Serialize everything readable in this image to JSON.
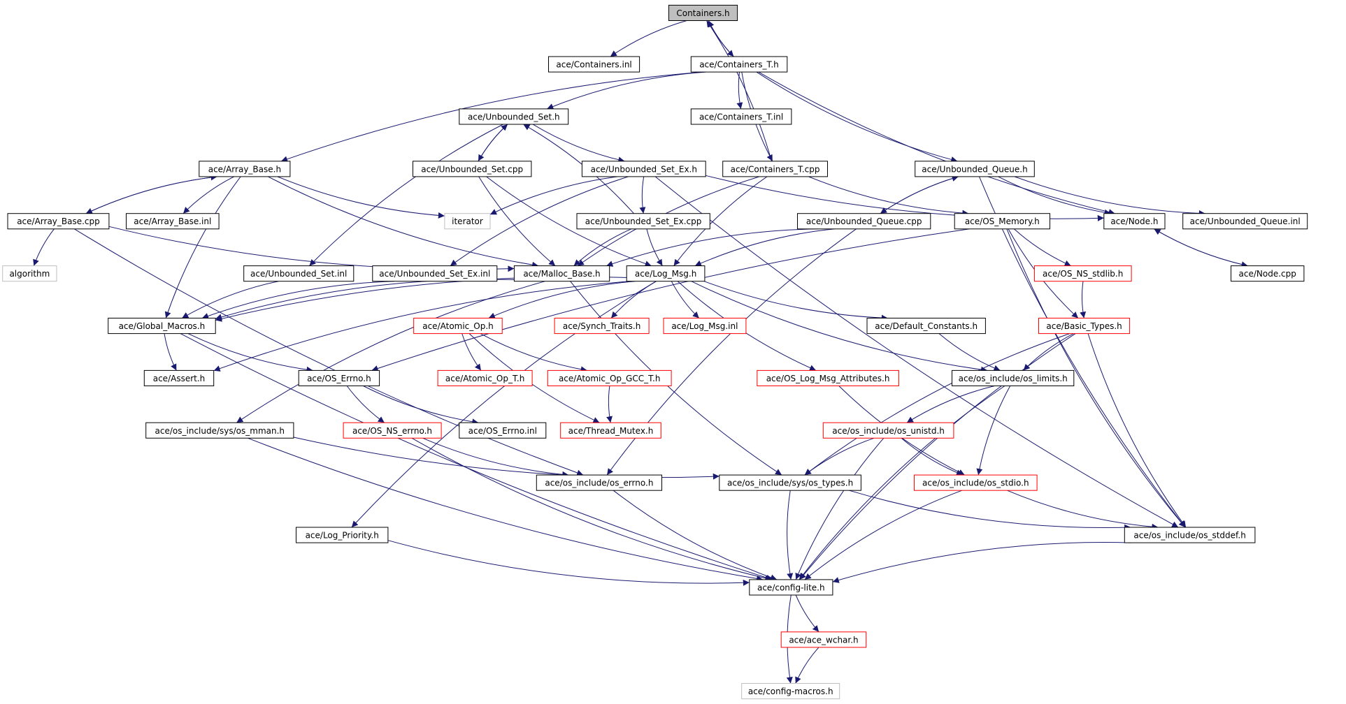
{
  "colors": {
    "edge": "#191970",
    "border_normal": "#000000",
    "border_incomplete": "#ff0000",
    "border_external": "#bfbfbf",
    "root_fill": "#bfbfbf",
    "node_fill": "#ffffff"
  },
  "nodes": [
    {
      "id": "containers_h",
      "label": "Containers.h",
      "kind": "root"
    },
    {
      "id": "containers_inl",
      "label": "ace/Containers.inl",
      "kind": "normal"
    },
    {
      "id": "containers_t_h",
      "label": "ace/Containers_T.h",
      "kind": "normal"
    },
    {
      "id": "unbounded_set_h",
      "label": "ace/Unbounded_Set.h",
      "kind": "normal"
    },
    {
      "id": "containers_t_inl",
      "label": "ace/Containers_T.inl",
      "kind": "normal"
    },
    {
      "id": "array_base_h",
      "label": "ace/Array_Base.h",
      "kind": "normal"
    },
    {
      "id": "unbounded_set_cpp",
      "label": "ace/Unbounded_Set.cpp",
      "kind": "normal"
    },
    {
      "id": "unbounded_set_ex_h",
      "label": "ace/Unbounded_Set_Ex.h",
      "kind": "normal"
    },
    {
      "id": "containers_t_cpp",
      "label": "ace/Containers_T.cpp",
      "kind": "normal"
    },
    {
      "id": "unbounded_queue_h",
      "label": "ace/Unbounded_Queue.h",
      "kind": "normal"
    },
    {
      "id": "array_base_cpp",
      "label": "ace/Array_Base.cpp",
      "kind": "normal"
    },
    {
      "id": "array_base_inl",
      "label": "ace/Array_Base.inl",
      "kind": "normal"
    },
    {
      "id": "iterator",
      "label": "iterator",
      "kind": "external"
    },
    {
      "id": "unbounded_set_ex_cpp",
      "label": "ace/Unbounded_Set_Ex.cpp",
      "kind": "normal"
    },
    {
      "id": "unbounded_queue_cpp",
      "label": "ace/Unbounded_Queue.cpp",
      "kind": "normal"
    },
    {
      "id": "os_memory_h",
      "label": "ace/OS_Memory.h",
      "kind": "normal"
    },
    {
      "id": "node_h",
      "label": "ace/Node.h",
      "kind": "normal"
    },
    {
      "id": "unbounded_queue_inl",
      "label": "ace/Unbounded_Queue.inl",
      "kind": "normal"
    },
    {
      "id": "algorithm",
      "label": "algorithm",
      "kind": "external"
    },
    {
      "id": "unbounded_set_inl",
      "label": "ace/Unbounded_Set.inl",
      "kind": "normal"
    },
    {
      "id": "unbounded_set_ex_inl",
      "label": "ace/Unbounded_Set_Ex.inl",
      "kind": "normal"
    },
    {
      "id": "malloc_base_h",
      "label": "ace/Malloc_Base.h",
      "kind": "normal"
    },
    {
      "id": "log_msg_h",
      "label": "ace/Log_Msg.h",
      "kind": "normal"
    },
    {
      "id": "os_ns_stdlib_h",
      "label": "ace/OS_NS_stdlib.h",
      "kind": "incomplete"
    },
    {
      "id": "node_cpp",
      "label": "ace/Node.cpp",
      "kind": "normal"
    },
    {
      "id": "global_macros_h",
      "label": "ace/Global_Macros.h",
      "kind": "normal"
    },
    {
      "id": "atomic_op_h",
      "label": "ace/Atomic_Op.h",
      "kind": "incomplete"
    },
    {
      "id": "synch_traits_h",
      "label": "ace/Synch_Traits.h",
      "kind": "incomplete"
    },
    {
      "id": "log_msg_inl",
      "label": "ace/Log_Msg.inl",
      "kind": "incomplete"
    },
    {
      "id": "default_constants_h",
      "label": "ace/Default_Constants.h",
      "kind": "normal"
    },
    {
      "id": "basic_types_h",
      "label": "ace/Basic_Types.h",
      "kind": "incomplete"
    },
    {
      "id": "assert_h",
      "label": "ace/Assert.h",
      "kind": "normal"
    },
    {
      "id": "os_errno_h",
      "label": "ace/OS_Errno.h",
      "kind": "normal"
    },
    {
      "id": "atomic_op_t_h",
      "label": "ace/Atomic_Op_T.h",
      "kind": "incomplete"
    },
    {
      "id": "atomic_op_gcc_t_h",
      "label": "ace/Atomic_Op_GCC_T.h",
      "kind": "incomplete"
    },
    {
      "id": "os_log_msg_attributes_h",
      "label": "ace/OS_Log_Msg_Attributes.h",
      "kind": "incomplete"
    },
    {
      "id": "os_limits_h",
      "label": "ace/os_include/os_limits.h",
      "kind": "normal"
    },
    {
      "id": "os_mman_h",
      "label": "ace/os_include/sys/os_mman.h",
      "kind": "normal"
    },
    {
      "id": "os_ns_errno_h",
      "label": "ace/OS_NS_errno.h",
      "kind": "incomplete"
    },
    {
      "id": "os_errno_inl",
      "label": "ace/OS_Errno.inl",
      "kind": "normal"
    },
    {
      "id": "thread_mutex_h",
      "label": "ace/Thread_Mutex.h",
      "kind": "incomplete"
    },
    {
      "id": "os_unistd_h",
      "label": "ace/os_include/os_unistd.h",
      "kind": "incomplete"
    },
    {
      "id": "os_include_errno_h",
      "label": "ace/os_include/os_errno.h",
      "kind": "normal"
    },
    {
      "id": "os_types_h",
      "label": "ace/os_include/sys/os_types.h",
      "kind": "normal"
    },
    {
      "id": "os_stdio_h",
      "label": "ace/os_include/os_stdio.h",
      "kind": "incomplete"
    },
    {
      "id": "log_priority_h",
      "label": "ace/Log_Priority.h",
      "kind": "normal"
    },
    {
      "id": "os_stddef_h",
      "label": "ace/os_include/os_stddef.h",
      "kind": "normal"
    },
    {
      "id": "config_lite_h",
      "label": "ace/config-lite.h",
      "kind": "normal"
    },
    {
      "id": "ace_wchar_h",
      "label": "ace/ace_wchar.h",
      "kind": "incomplete"
    },
    {
      "id": "config_macros_h",
      "label": "ace/config-macros.h",
      "kind": "external"
    }
  ],
  "edges": [
    [
      "containers_h",
      "containers_inl"
    ],
    [
      "containers_h",
      "containers_t_h"
    ],
    [
      "containers_t_h",
      "containers_h"
    ],
    [
      "containers_t_h",
      "unbounded_set_h"
    ],
    [
      "containers_t_h",
      "containers_t_inl"
    ],
    [
      "containers_t_h",
      "array_base_h"
    ],
    [
      "containers_t_h",
      "containers_t_cpp"
    ],
    [
      "containers_t_h",
      "unbounded_queue_h"
    ],
    [
      "containers_t_h",
      "node_h"
    ],
    [
      "containers_t_cpp",
      "containers_h"
    ],
    [
      "containers_t_cpp",
      "malloc_base_h"
    ],
    [
      "containers_t_cpp",
      "log_msg_h"
    ],
    [
      "unbounded_set_h",
      "unbounded_set_cpp"
    ],
    [
      "unbounded_set_cpp",
      "unbounded_set_h"
    ],
    [
      "unbounded_set_h",
      "unbounded_set_ex_h"
    ],
    [
      "unbounded_set_h",
      "unbounded_set_inl"
    ],
    [
      "unbounded_set_cpp",
      "malloc_base_h"
    ],
    [
      "unbounded_set_cpp",
      "log_msg_h"
    ],
    [
      "unbounded_set_ex_h",
      "iterator"
    ],
    [
      "unbounded_set_ex_h",
      "unbounded_set_ex_cpp"
    ],
    [
      "unbounded_set_ex_h",
      "unbounded_set_ex_inl"
    ],
    [
      "unbounded_set_ex_h",
      "node_h"
    ],
    [
      "unbounded_set_ex_h",
      "os_stddef_h"
    ],
    [
      "unbounded_set_ex_cpp",
      "unbounded_set_h"
    ],
    [
      "unbounded_set_ex_cpp",
      "malloc_base_h"
    ],
    [
      "unbounded_set_ex_cpp",
      "log_msg_h"
    ],
    [
      "array_base_h",
      "array_base_cpp"
    ],
    [
      "array_base_cpp",
      "array_base_h"
    ],
    [
      "array_base_h",
      "array_base_inl"
    ],
    [
      "array_base_h",
      "iterator"
    ],
    [
      "array_base_h",
      "malloc_base_h"
    ],
    [
      "array_base_h",
      "global_macros_h"
    ],
    [
      "array_base_cpp",
      "algorithm"
    ],
    [
      "array_base_cpp",
      "malloc_base_h"
    ],
    [
      "array_base_cpp",
      "os_include_errno_h"
    ],
    [
      "unbounded_queue_h",
      "unbounded_queue_cpp"
    ],
    [
      "unbounded_queue_cpp",
      "unbounded_queue_h"
    ],
    [
      "unbounded_queue_h",
      "node_h"
    ],
    [
      "unbounded_queue_h",
      "unbounded_queue_inl"
    ],
    [
      "unbounded_queue_h",
      "os_stddef_h"
    ],
    [
      "unbounded_queue_cpp",
      "malloc_base_h"
    ],
    [
      "unbounded_queue_cpp",
      "log_msg_h"
    ],
    [
      "unbounded_queue_cpp",
      "os_include_errno_h"
    ],
    [
      "containers_t_cpp",
      "os_memory_h"
    ],
    [
      "node_h",
      "node_cpp"
    ],
    [
      "node_cpp",
      "node_h"
    ],
    [
      "os_memory_h",
      "os_ns_stdlib_h"
    ],
    [
      "os_memory_h",
      "basic_types_h"
    ],
    [
      "os_memory_h",
      "os_errno_h"
    ],
    [
      "os_memory_h",
      "os_stddef_h"
    ],
    [
      "os_ns_stdlib_h",
      "basic_types_h"
    ],
    [
      "unbounded_set_inl",
      "global_macros_h"
    ],
    [
      "unbounded_set_ex_inl",
      "global_macros_h"
    ],
    [
      "malloc_base_h",
      "global_macros_h"
    ],
    [
      "malloc_base_h",
      "os_types_h"
    ],
    [
      "malloc_base_h",
      "os_mman_h"
    ],
    [
      "log_msg_h",
      "global_macros_h"
    ],
    [
      "log_msg_h",
      "assert_h"
    ],
    [
      "log_msg_h",
      "atomic_op_h"
    ],
    [
      "log_msg_h",
      "synch_traits_h"
    ],
    [
      "log_msg_h",
      "log_msg_inl"
    ],
    [
      "log_msg_h",
      "default_constants_h"
    ],
    [
      "log_msg_h",
      "os_log_msg_attributes_h"
    ],
    [
      "log_msg_h",
      "os_limits_h"
    ],
    [
      "log_msg_h",
      "log_priority_h"
    ],
    [
      "global_macros_h",
      "assert_h"
    ],
    [
      "global_macros_h",
      "os_errno_h"
    ],
    [
      "global_macros_h",
      "config_lite_h"
    ],
    [
      "atomic_op_h",
      "atomic_op_t_h"
    ],
    [
      "atomic_op_h",
      "atomic_op_gcc_t_h"
    ],
    [
      "atomic_op_h",
      "thread_mutex_h"
    ],
    [
      "atomic_op_gcc_t_h",
      "thread_mutex_h"
    ],
    [
      "default_constants_h",
      "os_limits_h"
    ],
    [
      "basic_types_h",
      "os_limits_h"
    ],
    [
      "basic_types_h",
      "os_types_h"
    ],
    [
      "basic_types_h",
      "os_stddef_h"
    ],
    [
      "basic_types_h",
      "config_lite_h"
    ],
    [
      "os_errno_h",
      "os_ns_errno_h"
    ],
    [
      "os_errno_h",
      "os_errno_inl"
    ],
    [
      "os_ns_errno_h",
      "os_include_errno_h"
    ],
    [
      "os_ns_errno_h",
      "config_lite_h"
    ],
    [
      "os_log_msg_attributes_h",
      "os_stdio_h"
    ],
    [
      "os_limits_h",
      "os_unistd_h"
    ],
    [
      "os_limits_h",
      "os_stdio_h"
    ],
    [
      "os_limits_h",
      "config_lite_h"
    ],
    [
      "os_unistd_h",
      "os_types_h"
    ],
    [
      "os_unistd_h",
      "os_stdio_h"
    ],
    [
      "os_unistd_h",
      "config_lite_h"
    ],
    [
      "os_mman_h",
      "os_types_h"
    ],
    [
      "os_mman_h",
      "config_lite_h"
    ],
    [
      "os_include_errno_h",
      "config_lite_h"
    ],
    [
      "os_types_h",
      "os_stddef_h"
    ],
    [
      "os_types_h",
      "config_lite_h"
    ],
    [
      "os_stdio_h",
      "os_stddef_h"
    ],
    [
      "os_stdio_h",
      "config_lite_h"
    ],
    [
      "log_priority_h",
      "config_lite_h"
    ],
    [
      "os_stddef_h",
      "config_lite_h"
    ],
    [
      "config_lite_h",
      "ace_wchar_h"
    ],
    [
      "config_lite_h",
      "config_macros_h"
    ],
    [
      "ace_wchar_h",
      "config_macros_h"
    ]
  ]
}
